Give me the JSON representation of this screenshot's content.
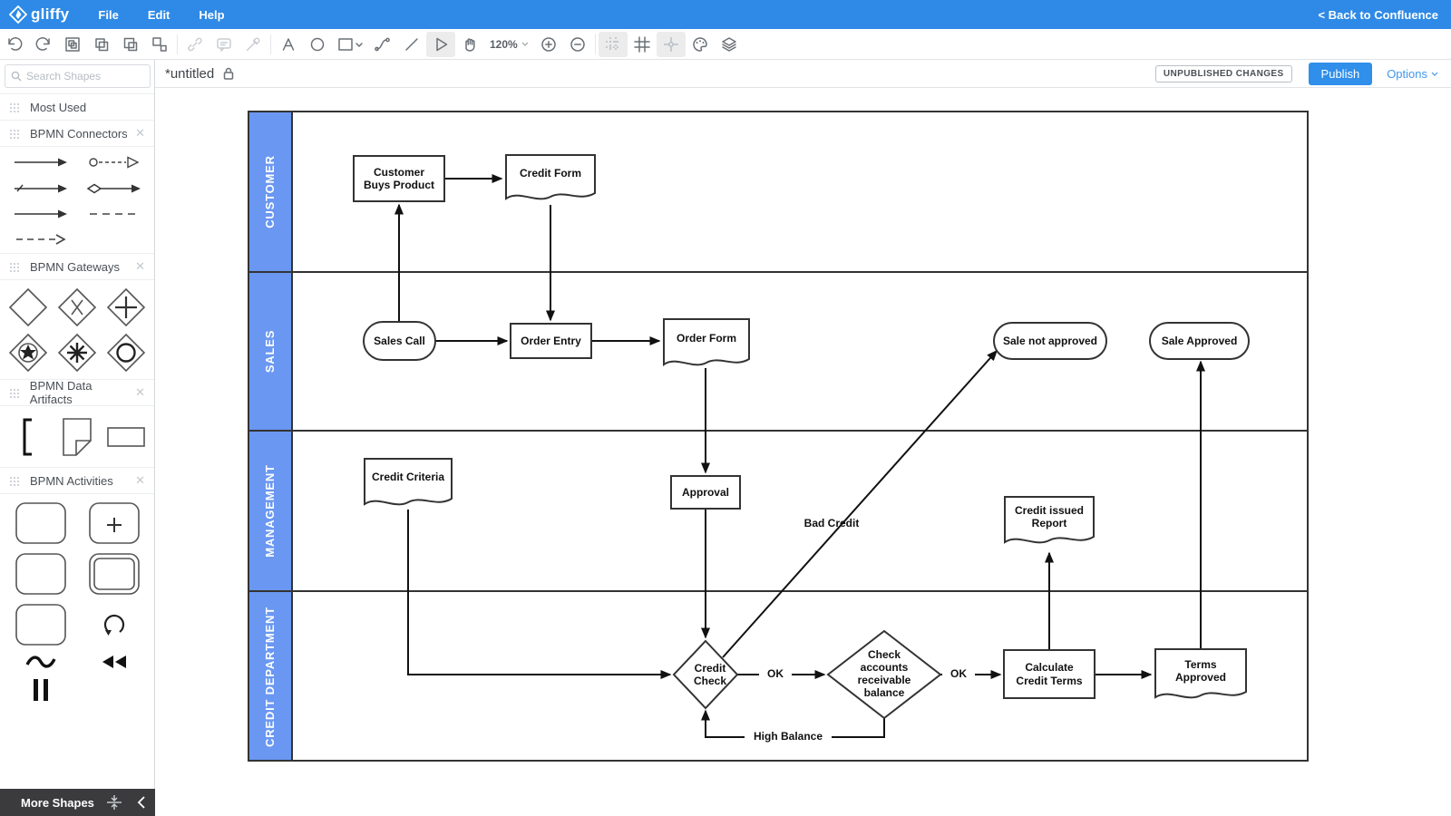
{
  "header": {
    "logo": "gliffy",
    "menus": [
      "File",
      "Edit",
      "Help"
    ],
    "back_link": "< Back to Confluence"
  },
  "toolbar": {
    "zoom_level": "120%"
  },
  "title_bar": {
    "title": "*untitled",
    "status_badge": "UNPUBLISHED CHANGES",
    "publish_label": "Publish",
    "options_label": "Options"
  },
  "sidebar": {
    "search_placeholder": "Search Shapes",
    "sections": {
      "most_used": "Most Used",
      "connectors": "BPMN Connectors",
      "gateways": "BPMN Gateways",
      "data_artifacts": "BPMN Data Artifacts",
      "activities": "BPMN Activities"
    },
    "more_shapes_label": "More Shapes"
  },
  "diagram": {
    "lanes": [
      "CUSTOMER",
      "SALES",
      "MANAGEMENT",
      "CREDIT DEPARTMENT"
    ],
    "nodes": {
      "customer_buys_product": "Customer Buys Product",
      "credit_form": "Credit Form",
      "sales_call": "Sales Call",
      "order_entry": "Order Entry",
      "order_form": "Order Form",
      "sale_not_approved": "Sale not approved",
      "sale_approved": "Sale Approved",
      "credit_criteria": "Credit Criteria",
      "approval": "Approval",
      "credit_issued_report": "Credit issued Report",
      "credit_check": "Credit Check",
      "check_accounts": "Check accounts receivable balance",
      "calculate_credit_terms": "Calculate Credit Terms",
      "terms_approved": "Terms Approved"
    },
    "edge_labels": {
      "ok_1": "OK",
      "ok_2": "OK",
      "bad_credit": "Bad Credit",
      "high_balance": "High Balance"
    }
  },
  "colors": {
    "header_blue": "#2e8ae6",
    "lane_blue": "#6a97f1",
    "publish_blue": "#2f8fea"
  }
}
